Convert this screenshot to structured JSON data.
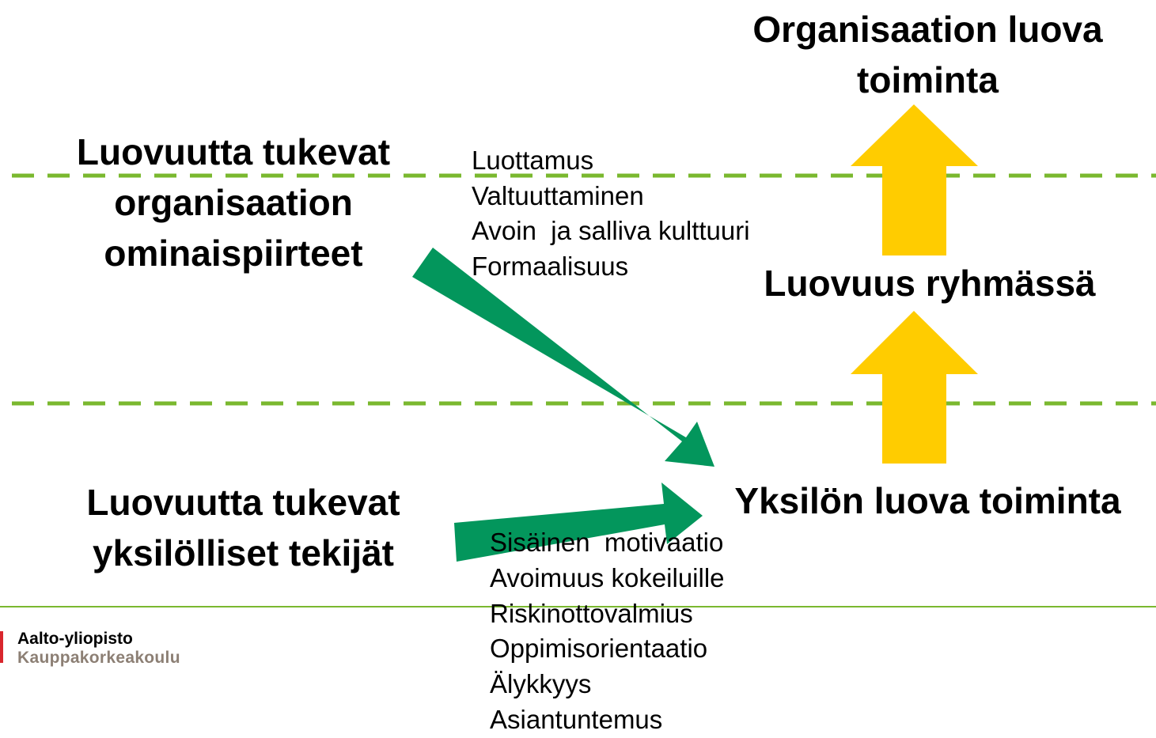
{
  "colors": {
    "dashed_line": "#7ab82f",
    "footer_line": "#7ab82f",
    "green_arrow": "#03965c",
    "yellow_arrow": "#ffcc00",
    "logo_mark": "#d9262d",
    "logo_subtitle": "#8c7f74"
  },
  "headings": {
    "org_creativity": "Organisaation luova toiminta",
    "group_creativity": "Luovuus ryhmässä",
    "individual_creativity": "Yksilön luova toiminta",
    "org_factors": "Luovuutta tukevat organisaation ominaispiirteet",
    "individual_factors": "Luovuutta tukevat yksilölliset tekijät"
  },
  "org_factor_items": [
    "Luottamus",
    "Valtuuttaminen",
    "Avoin  ja salliva kulttuuri",
    "Formaalisuus"
  ],
  "individual_factor_items": [
    "Sisäinen  motivaatio",
    "Avoimuus kokeiluille",
    "Riskinottovalmius",
    "Oppimisorientaatio",
    "Älykkyys",
    "Asiantuntemus"
  ],
  "footer": {
    "logo_line1": "Aalto-yliopisto",
    "logo_line2": "Kauppakorkeakoulu"
  }
}
